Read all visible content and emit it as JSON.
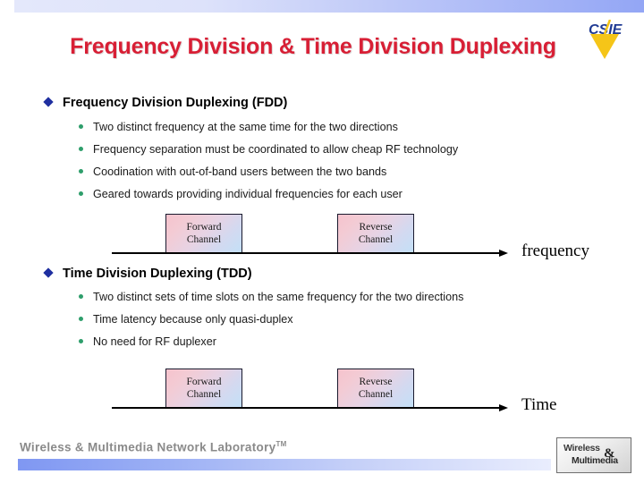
{
  "slide": {
    "title": "Frequency Division & Time Division Duplexing",
    "title_color": "#d81f35"
  },
  "logo_top": {
    "name": "csie-logo",
    "text": "CSIE",
    "text_color": "#1f3a93",
    "triangle_color": "#f5c518"
  },
  "sections": [
    {
      "heading": "Frequency Division Duplexing (FDD)",
      "bullets": [
        "Two distinct frequency at the same time for the two directions",
        "Frequency separation must be coordinated to allow cheap RF technology",
        "Coodination with out-of-band users between the two bands",
        "Geared towards providing individual frequencies for each user"
      ]
    },
    {
      "heading": "Time Division Duplexing (TDD)",
      "bullets": [
        "Two distinct sets of time slots on the same frequency for the two directions",
        "Time latency because only quasi-duplex",
        "No need for RF duplexer"
      ]
    }
  ],
  "diagrams": [
    {
      "axis_label": "frequency",
      "boxes": [
        {
          "line1": "Forward",
          "line2": "Channel"
        },
        {
          "line1": "Reverse",
          "line2": "Channel"
        }
      ]
    },
    {
      "axis_label": "Time",
      "boxes": [
        {
          "line1": "Forward",
          "line2": "Channel"
        },
        {
          "line1": "Reverse",
          "line2": "Channel"
        }
      ]
    }
  ],
  "footer": {
    "lab_name": "Wireless & Multimedia Network Laboratory",
    "trademark": "TM"
  },
  "logo_bottom": {
    "name": "wireless-multimedia-logo",
    "line1": "Wireless",
    "line2": "Multimedia",
    "ampersand": "&"
  },
  "colors": {
    "bullet_level1": "#1f2fa0",
    "bullet_level2": "#2e9e6b",
    "bar_start": "#7f97f2",
    "bar_end": "#e9edfd",
    "box_pink": "#f6c3cd",
    "box_blue": "#c3e0f7"
  }
}
